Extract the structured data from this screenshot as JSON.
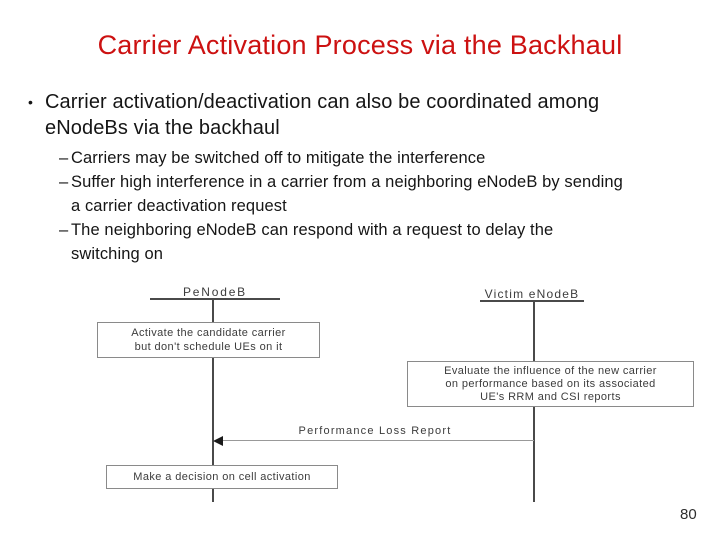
{
  "slide": {
    "title": "Carrier Activation Process via the Backhaul",
    "title_color": "#cc1111",
    "page_number": "80"
  },
  "bullets": {
    "main": {
      "marker": "•",
      "lines": [
        "Carrier activation/deactivation can also be coordinated among",
        "eNodeBs via the backhaul"
      ]
    },
    "sub": [
      {
        "marker": "–",
        "lines": [
          "Carriers may be switched off to mitigate the interference"
        ]
      },
      {
        "marker": "–",
        "lines": [
          "Suffer high interference in a carrier from a neighboring eNodeB by sending",
          "a carrier deactivation request"
        ]
      },
      {
        "marker": "–",
        "lines": [
          "The neighboring eNodeB can respond with a request to delay the",
          "switching on"
        ]
      }
    ]
  },
  "diagram": {
    "actors": [
      {
        "name": "PeNodeB"
      },
      {
        "name": "Victim eNodeB"
      }
    ],
    "boxes": [
      {
        "lines": [
          "Activate the candidate carrier",
          "but don't schedule UEs on it"
        ]
      },
      {
        "lines": [
          "Evaluate the influence of the new carrier",
          "on performance based on its associated",
          "UE's RRM and CSI reports"
        ]
      },
      {
        "lines": [
          "Make a decision on cell activation"
        ]
      }
    ],
    "message": {
      "label": "Performance Loss Report",
      "direction": "right-to-left"
    }
  }
}
